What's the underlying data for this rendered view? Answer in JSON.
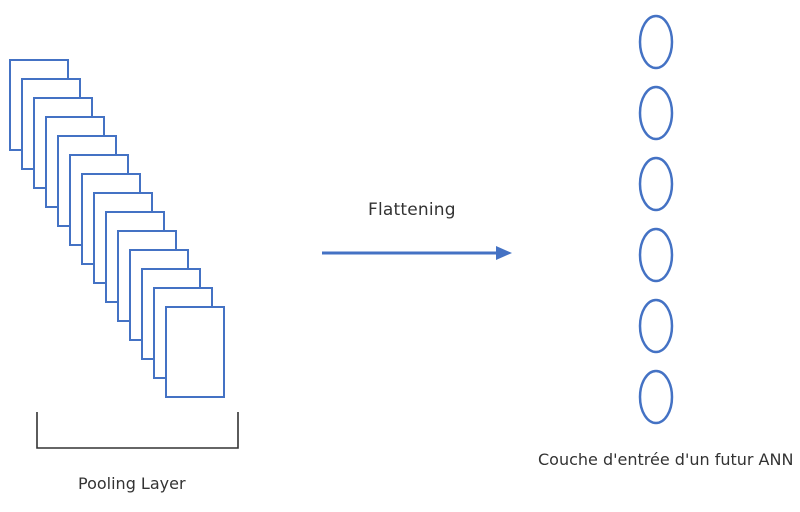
{
  "labels": {
    "arrow": "Flattening",
    "pooling": "Pooling Layer",
    "ann": "Couche d'entrée d'un futur ANN"
  },
  "pooling_layer": {
    "feature_map_count": 14
  },
  "input_layer": {
    "neuron_count": 6
  },
  "colors": {
    "stroke": "#4472C4",
    "fill": "#ffffff",
    "bracket": "#333333",
    "text": "#333333"
  }
}
